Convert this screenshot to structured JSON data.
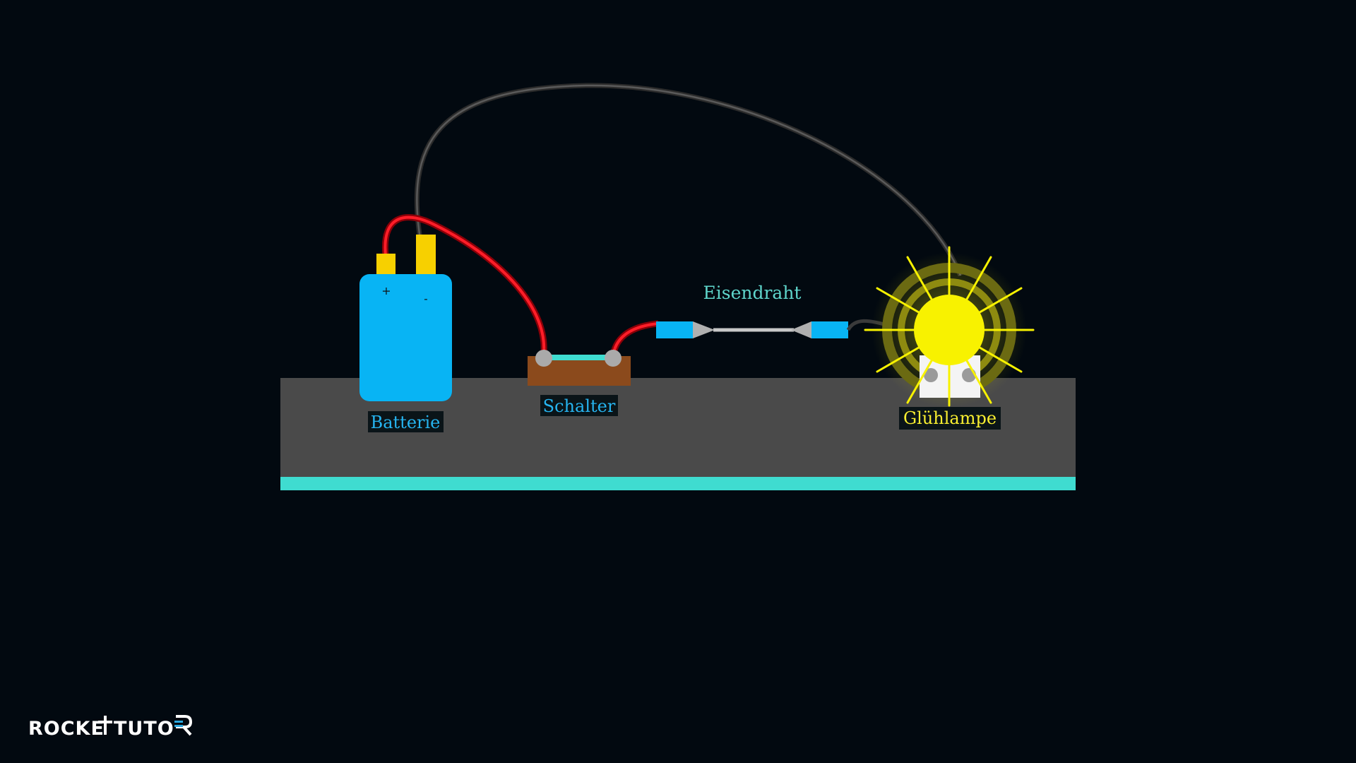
{
  "labels": {
    "battery": "Batterie",
    "switch": "Schalter",
    "wire": "Eisendraht",
    "lamp": "Glühlampe",
    "plus": "+",
    "minus": "-"
  },
  "logo": {
    "part1": "ROCKE",
    "part2": "TUTO"
  },
  "colors": {
    "background": "#020910",
    "table_top": "#4a4a4a",
    "table_edge": "#3fdcd0",
    "battery": "#08b4f4",
    "terminal": "#f7d000",
    "red_cable": "#e8101a",
    "black_cable": "#3a3a3a",
    "switch_base": "#8b4a1c",
    "switch_lever": "#3fdcd0",
    "clip": "#08b4f4",
    "iron_wire": "#c8c8c8",
    "lamp": "#f8f200",
    "label_battery": "#26b4f0",
    "label_wire": "#5fd6cc",
    "label_lamp": "#f8ee30"
  }
}
